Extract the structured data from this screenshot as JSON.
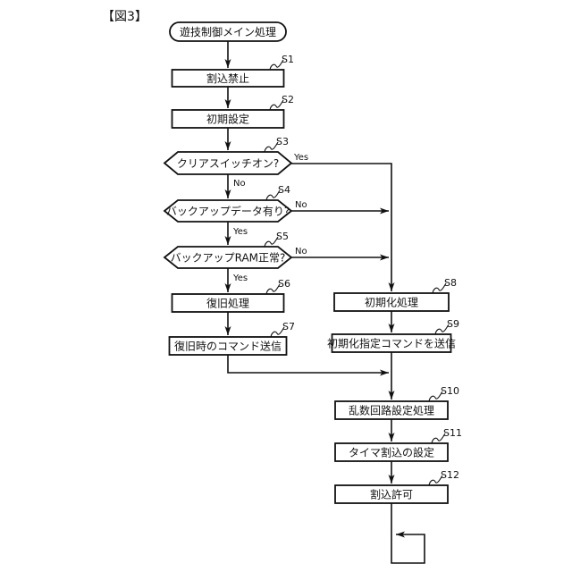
{
  "figure_label": "【図3】",
  "flowchart": {
    "start": "遊技制御メイン処理",
    "steps": {
      "s1": {
        "id": "S1",
        "label": "割込禁止"
      },
      "s2": {
        "id": "S2",
        "label": "初期設定"
      },
      "s3": {
        "id": "S3",
        "label": "クリアスイッチオン?"
      },
      "s4": {
        "id": "S4",
        "label": "バックアップデータ有り?"
      },
      "s5": {
        "id": "S5",
        "label": "バックアップRAM正常?"
      },
      "s6": {
        "id": "S6",
        "label": "復旧処理"
      },
      "s7": {
        "id": "S7",
        "label": "復旧時のコマンド送信"
      },
      "s8": {
        "id": "S8",
        "label": "初期化処理"
      },
      "s9": {
        "id": "S9",
        "label": "初期化指定コマンドを送信"
      },
      "s10": {
        "id": "S10",
        "label": "乱数回路設定処理"
      },
      "s11": {
        "id": "S11",
        "label": "タイマ割込の設定"
      },
      "s12": {
        "id": "S12",
        "label": "割込許可"
      }
    },
    "branch_labels": {
      "yes": "Yes",
      "no": "No"
    },
    "colors": {
      "line": "#111111",
      "background": "#ffffff"
    }
  }
}
